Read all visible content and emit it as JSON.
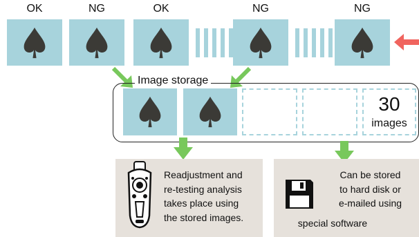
{
  "top_row": {
    "labels": [
      "OK",
      "NG",
      "OK",
      "NG",
      "NG"
    ]
  },
  "storage": {
    "title": "Image storage",
    "count": "30",
    "count_unit": "images"
  },
  "panels": {
    "left_lines": [
      "Readjustment and",
      "re-testing analysis",
      "takes place using",
      "the stored images."
    ],
    "right_lines": [
      "Can be stored",
      "to hard disk or",
      "e-mailed using",
      "special software"
    ]
  },
  "colors": {
    "tile": "#a7d3dc",
    "spade": "#3b3a36",
    "green_arrow": "#78c85c",
    "red_arrow": "#f0645e",
    "panel": "#e6e1db"
  }
}
